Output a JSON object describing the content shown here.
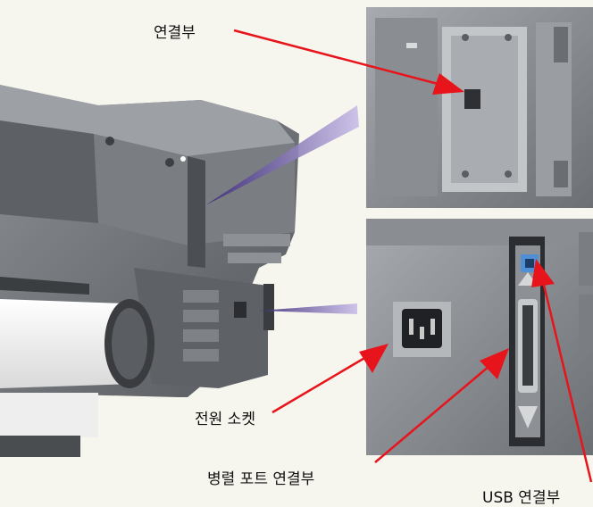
{
  "labels": {
    "connector": "연결부",
    "power_socket": "전원 소켓",
    "parallel_port": "병렬 포트 연결부",
    "usb_connector": "USB 연결부"
  },
  "colors": {
    "background": "#f7f6ee",
    "printer_body": "#6f7276",
    "printer_shadow": "#45484c",
    "printer_highlight": "#9a9ea3",
    "callout_beam": "#6a4fa3",
    "arrow": "#e8141c",
    "usb_port": "#4f8fd6"
  }
}
